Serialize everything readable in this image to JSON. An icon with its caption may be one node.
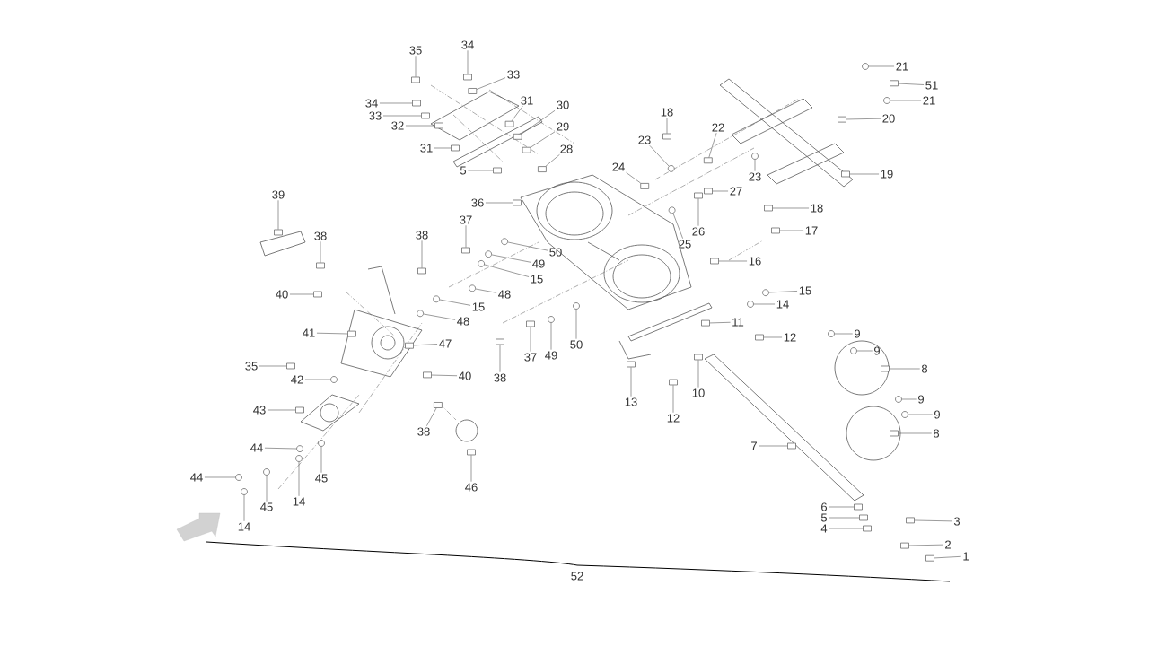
{
  "diagram": {
    "nodes": [
      {
        "text": [
          "34"
        ]
      },
      {
        "text": [
          "35"
        ]
      },
      {
        "text": [
          "21"
        ]
      },
      {
        "text": [
          "33"
        ]
      },
      {
        "text": [
          "51"
        ]
      },
      {
        "text": [
          "31"
        ]
      },
      {
        "text": [
          "21"
        ]
      },
      {
        "text": [
          "34"
        ]
      },
      {
        "text": [
          "30"
        ]
      },
      {
        "text": [
          "18"
        ]
      },
      {
        "text": [
          "33"
        ]
      },
      {
        "text": [
          "20"
        ]
      },
      {
        "text": [
          "32"
        ]
      },
      {
        "text": [
          "29"
        ]
      },
      {
        "text": [
          "22"
        ]
      },
      {
        "text": [
          "23"
        ]
      },
      {
        "text": [
          "31"
        ]
      },
      {
        "text": [
          "28"
        ]
      },
      {
        "text": [
          "5"
        ]
      },
      {
        "text": [
          "24"
        ]
      },
      {
        "text": [
          "19"
        ]
      },
      {
        "text": [
          "23"
        ]
      },
      {
        "text": [
          "27"
        ]
      },
      {
        "text": [
          "39"
        ]
      },
      {
        "text": [
          "36"
        ]
      },
      {
        "text": [
          "18"
        ]
      },
      {
        "text": [
          "37"
        ]
      },
      {
        "text": [
          "17"
        ]
      },
      {
        "text": [
          "26"
        ]
      },
      {
        "text": [
          "38"
        ]
      },
      {
        "text": [
          "38"
        ]
      },
      {
        "text": [
          "25"
        ]
      },
      {
        "text": [
          "50"
        ]
      },
      {
        "text": [
          "16"
        ]
      },
      {
        "text": [
          "49"
        ]
      },
      {
        "text": [
          "15"
        ]
      },
      {
        "text": [
          "15"
        ]
      },
      {
        "text": [
          "48"
        ]
      },
      {
        "text": [
          "40"
        ]
      },
      {
        "text": [
          "14"
        ]
      },
      {
        "text": [
          "15"
        ]
      },
      {
        "text": [
          "48"
        ]
      },
      {
        "text": [
          "11"
        ]
      },
      {
        "text": [
          "41"
        ]
      },
      {
        "text": [
          "9"
        ]
      },
      {
        "text": [
          "12"
        ]
      },
      {
        "text": [
          "47"
        ]
      },
      {
        "text": [
          "50"
        ]
      },
      {
        "text": [
          "9"
        ]
      },
      {
        "text": [
          "37"
        ]
      },
      {
        "text": [
          "49"
        ]
      },
      {
        "text": [
          "35"
        ]
      },
      {
        "text": [
          "8"
        ]
      },
      {
        "text": [
          "40"
        ]
      },
      {
        "text": [
          "38"
        ]
      },
      {
        "text": [
          "42"
        ]
      },
      {
        "text": [
          "10"
        ]
      },
      {
        "text": [
          "9"
        ]
      },
      {
        "text": [
          "13"
        ]
      },
      {
        "text": [
          "43"
        ]
      },
      {
        "text": [
          "9"
        ]
      },
      {
        "text": [
          "12"
        ]
      },
      {
        "text": [
          "38"
        ]
      },
      {
        "text": [
          "8"
        ]
      },
      {
        "text": [
          "7"
        ]
      },
      {
        "text": [
          "44"
        ]
      },
      {
        "text": [
          "45"
        ]
      },
      {
        "text": [
          "44"
        ]
      },
      {
        "text": [
          "46"
        ]
      },
      {
        "text": [
          "14"
        ]
      },
      {
        "text": [
          "45"
        ]
      },
      {
        "text": [
          "6"
        ]
      },
      {
        "text": [
          "5"
        ]
      },
      {
        "text": [
          "3"
        ]
      },
      {
        "text": [
          "14"
        ]
      },
      {
        "text": [
          "4"
        ]
      },
      {
        "text": [
          "2"
        ]
      },
      {
        "text": [
          "1"
        ]
      },
      {
        "text": [],
        "shape": "box"
      },
      {
        "text": [],
        "shape": "box"
      },
      {
        "text": [],
        "shape": "circle"
      },
      {
        "text": [],
        "shape": "box"
      },
      {
        "text": [],
        "shape": "box"
      },
      {
        "text": [],
        "shape": "box"
      },
      {
        "text": [],
        "shape": "circle"
      },
      {
        "text": [],
        "shape": "box"
      },
      {
        "text": [],
        "shape": "box"
      },
      {
        "text": [],
        "shape": "box"
      },
      {
        "text": [],
        "shape": "box"
      },
      {
        "text": [],
        "shape": "box"
      },
      {
        "text": [],
        "shape": "box"
      },
      {
        "text": [],
        "shape": "box"
      },
      {
        "text": [],
        "shape": "box"
      },
      {
        "text": [],
        "shape": "circle"
      },
      {
        "text": [],
        "shape": "box"
      },
      {
        "text": [],
        "shape": "box"
      },
      {
        "text": [],
        "shape": "box"
      },
      {
        "text": [],
        "shape": "box"
      },
      {
        "text": [],
        "shape": "box"
      },
      {
        "text": [],
        "shape": "circle"
      },
      {
        "text": [],
        "shape": "box"
      },
      {
        "text": [],
        "shape": "box"
      },
      {
        "text": [],
        "shape": "box"
      },
      {
        "text": [],
        "shape": "box"
      },
      {
        "text": [],
        "shape": "box"
      },
      {
        "text": [],
        "shape": "box"
      },
      {
        "text": [],
        "shape": "box"
      },
      {
        "text": [],
        "shape": "box"
      },
      {
        "text": [],
        "shape": "box"
      },
      {
        "text": [],
        "shape": "circle"
      },
      {
        "text": [],
        "shape": "circle"
      },
      {
        "text": [],
        "shape": "box"
      },
      {
        "text": [],
        "shape": "circle"
      },
      {
        "text": [],
        "shape": "circle"
      },
      {
        "text": [],
        "shape": "circle"
      },
      {
        "text": [],
        "shape": "circle"
      },
      {
        "text": [],
        "shape": "box"
      },
      {
        "text": [],
        "shape": "circle"
      },
      {
        "text": [],
        "shape": "circle"
      },
      {
        "text": [],
        "shape": "circle"
      },
      {
        "text": [],
        "shape": "box"
      },
      {
        "text": [],
        "shape": "box"
      },
      {
        "text": [],
        "shape": "circle"
      },
      {
        "text": [],
        "shape": "box"
      },
      {
        "text": [],
        "shape": "box"
      },
      {
        "text": [],
        "shape": "circle"
      },
      {
        "text": [],
        "shape": "circle"
      },
      {
        "text": [],
        "shape": "box"
      },
      {
        "text": [],
        "shape": "circle"
      },
      {
        "text": [],
        "shape": "box"
      },
      {
        "text": [],
        "shape": "box"
      },
      {
        "text": [],
        "shape": "box"
      },
      {
        "text": [],
        "shape": "box"
      },
      {
        "text": [],
        "shape": "circle"
      },
      {
        "text": [],
        "shape": "box"
      },
      {
        "text": [],
        "shape": "circle"
      },
      {
        "text": [],
        "shape": "box"
      },
      {
        "text": [],
        "shape": "box"
      },
      {
        "text": [],
        "shape": "circle"
      },
      {
        "text": [],
        "shape": "box"
      },
      {
        "text": [],
        "shape": "box"
      },
      {
        "text": [],
        "shape": "box"
      },
      {
        "text": [],
        "shape": "box"
      },
      {
        "text": [],
        "shape": "circle"
      },
      {
        "text": [],
        "shape": "circle"
      },
      {
        "text": [],
        "shape": "circle"
      },
      {
        "text": [],
        "shape": "box"
      },
      {
        "text": [],
        "shape": "circle"
      },
      {
        "text": [],
        "shape": "circle"
      },
      {
        "text": [],
        "shape": "box"
      },
      {
        "text": [],
        "shape": "box"
      },
      {
        "text": [],
        "shape": "box"
      },
      {
        "text": [],
        "shape": "circle"
      },
      {
        "text": [],
        "shape": "box"
      },
      {
        "text": [],
        "shape": "box"
      },
      {
        "text": [],
        "shape": "box"
      }
    ],
    "edges": [
      {
        "from": 0,
        "to": 78,
        "arrow": "none"
      },
      {
        "from": 1,
        "to": 79,
        "arrow": "none"
      },
      {
        "from": 2,
        "to": 80,
        "arrow": "none"
      },
      {
        "from": 3,
        "to": 81,
        "arrow": "none"
      },
      {
        "from": 4,
        "to": 82,
        "arrow": "none"
      },
      {
        "from": 5,
        "to": 83,
        "arrow": "none"
      },
      {
        "from": 6,
        "to": 84,
        "arrow": "none"
      },
      {
        "from": 7,
        "to": 85,
        "arrow": "none"
      },
      {
        "from": 8,
        "to": 86,
        "arrow": "none"
      },
      {
        "from": 9,
        "to": 87,
        "arrow": "none"
      },
      {
        "from": 10,
        "to": 88,
        "arrow": "none"
      },
      {
        "from": 11,
        "to": 89,
        "arrow": "none"
      },
      {
        "from": 12,
        "to": 90,
        "arrow": "none"
      },
      {
        "from": 13,
        "to": 91,
        "arrow": "none"
      },
      {
        "from": 14,
        "to": 92,
        "arrow": "none"
      },
      {
        "from": 15,
        "to": 93,
        "arrow": "none"
      },
      {
        "from": 16,
        "to": 94,
        "arrow": "none"
      },
      {
        "from": 17,
        "to": 95,
        "arrow": "none"
      },
      {
        "from": 18,
        "to": 96,
        "arrow": "none"
      },
      {
        "from": 19,
        "to": 97,
        "arrow": "none"
      },
      {
        "from": 20,
        "to": 98,
        "arrow": "none"
      },
      {
        "from": 21,
        "to": 99,
        "arrow": "none"
      },
      {
        "from": 22,
        "to": 100,
        "arrow": "none"
      },
      {
        "from": 23,
        "to": 101,
        "arrow": "none"
      },
      {
        "from": 24,
        "to": 102,
        "arrow": "none"
      },
      {
        "from": 25,
        "to": 103,
        "arrow": "none"
      },
      {
        "from": 26,
        "to": 104,
        "arrow": "none"
      },
      {
        "from": 27,
        "to": 105,
        "arrow": "none"
      },
      {
        "from": 28,
        "to": 106,
        "arrow": "none"
      },
      {
        "from": 29,
        "to": 107,
        "arrow": "none"
      },
      {
        "from": 30,
        "to": 108,
        "arrow": "none"
      },
      {
        "from": 31,
        "to": 109,
        "arrow": "none"
      },
      {
        "from": 32,
        "to": 110,
        "arrow": "none"
      },
      {
        "from": 33,
        "to": 111,
        "arrow": "none"
      },
      {
        "from": 34,
        "to": 112,
        "arrow": "none"
      },
      {
        "from": 35,
        "to": 113,
        "arrow": "none"
      },
      {
        "from": 36,
        "to": 114,
        "arrow": "none"
      },
      {
        "from": 37,
        "to": 115,
        "arrow": "none"
      },
      {
        "from": 38,
        "to": 116,
        "arrow": "none"
      },
      {
        "from": 39,
        "to": 117,
        "arrow": "none"
      },
      {
        "from": 40,
        "to": 118,
        "arrow": "none"
      },
      {
        "from": 41,
        "to": 119,
        "arrow": "none"
      },
      {
        "from": 42,
        "to": 120,
        "arrow": "none"
      },
      {
        "from": 43,
        "to": 121,
        "arrow": "none"
      },
      {
        "from": 44,
        "to": 122,
        "arrow": "none"
      },
      {
        "from": 45,
        "to": 123,
        "arrow": "none"
      },
      {
        "from": 46,
        "to": 124,
        "arrow": "none"
      },
      {
        "from": 47,
        "to": 125,
        "arrow": "none"
      },
      {
        "from": 48,
        "to": 126,
        "arrow": "none"
      },
      {
        "from": 49,
        "to": 127,
        "arrow": "none"
      },
      {
        "from": 50,
        "to": 128,
        "arrow": "none"
      },
      {
        "from": 51,
        "to": 129,
        "arrow": "none"
      },
      {
        "from": 52,
        "to": 130,
        "arrow": "none"
      },
      {
        "from": 53,
        "to": 131,
        "arrow": "none"
      },
      {
        "from": 54,
        "to": 132,
        "arrow": "none"
      },
      {
        "from": 55,
        "to": 133,
        "arrow": "none"
      },
      {
        "from": 56,
        "to": 134,
        "arrow": "none"
      },
      {
        "from": 57,
        "to": 135,
        "arrow": "none"
      },
      {
        "from": 58,
        "to": 136,
        "arrow": "none"
      },
      {
        "from": 59,
        "to": 137,
        "arrow": "none"
      },
      {
        "from": 60,
        "to": 138,
        "arrow": "none"
      },
      {
        "from": 61,
        "to": 139,
        "arrow": "none"
      },
      {
        "from": 62,
        "to": 140,
        "arrow": "none"
      },
      {
        "from": 63,
        "to": 141,
        "arrow": "none"
      },
      {
        "from": 64,
        "to": 142,
        "arrow": "none"
      },
      {
        "from": 65,
        "to": 143,
        "arrow": "none"
      },
      {
        "from": 66,
        "to": 144,
        "arrow": "none"
      },
      {
        "from": 67,
        "to": 145,
        "arrow": "none"
      },
      {
        "from": 68,
        "to": 146,
        "arrow": "none"
      },
      {
        "from": 69,
        "to": 147,
        "arrow": "none"
      },
      {
        "from": 70,
        "to": 148,
        "arrow": "none"
      },
      {
        "from": 71,
        "to": 149,
        "arrow": "none"
      },
      {
        "from": 72,
        "to": 150,
        "arrow": "none"
      },
      {
        "from": 73,
        "to": 151,
        "arrow": "none"
      },
      {
        "from": 74,
        "to": 152,
        "arrow": "none"
      },
      {
        "from": 75,
        "to": 153,
        "arrow": "none"
      },
      {
        "from": 76,
        "to": 154,
        "arrow": "none"
      },
      {
        "from": 77,
        "to": 155,
        "arrow": "none"
      }
    ],
    "labels": [
      "52"
    ]
  }
}
